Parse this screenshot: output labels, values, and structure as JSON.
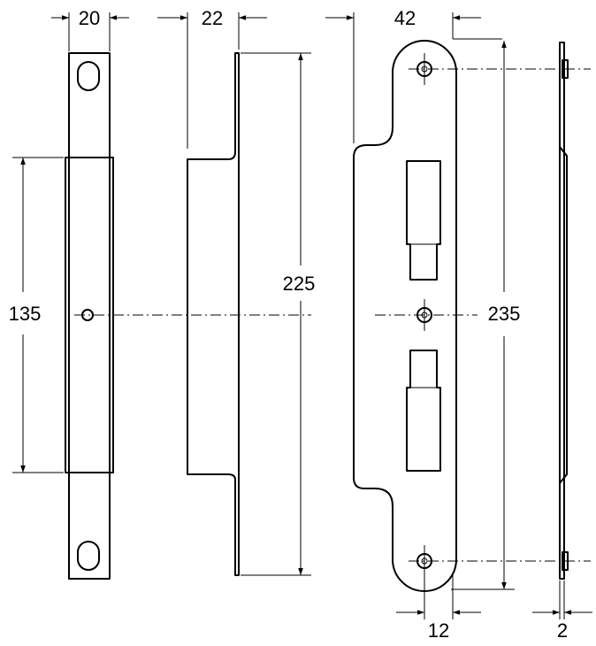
{
  "dimensions": {
    "width_front": "20",
    "width_side": "22",
    "width_plate": "42",
    "length_center": "135",
    "length_keep": "225",
    "length_plate": "235",
    "hole_offset": "12",
    "thickness": "2"
  }
}
